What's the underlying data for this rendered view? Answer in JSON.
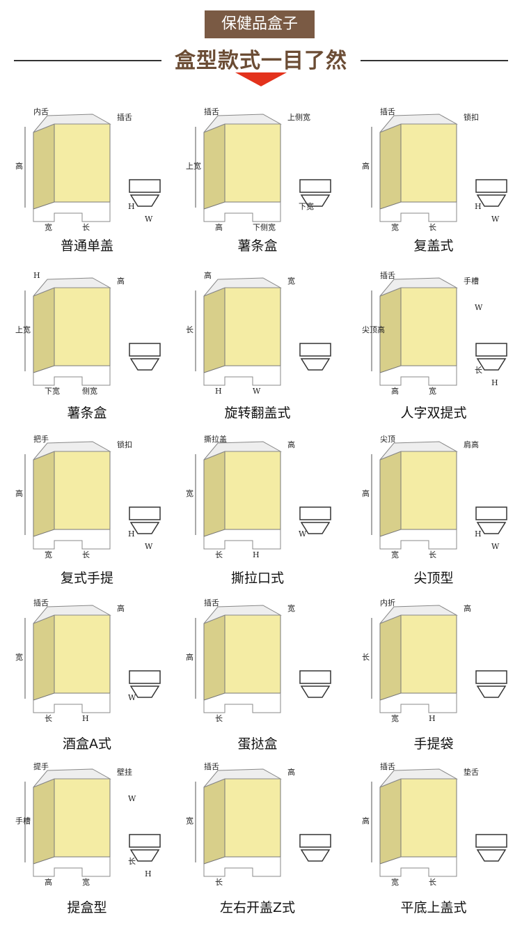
{
  "header": {
    "badge": "保健品盒子",
    "title": "盒型款式一目了然"
  },
  "colors": {
    "badge": "#7a5a44",
    "title": "#6b4c34",
    "arrow": "#e3321c",
    "box_front": "#f4eca4",
    "box_side": "#d8cf8a"
  },
  "items": [
    {
      "caption": "普通单盖",
      "labels": [
        "内舌",
        "插舌",
        "高",
        "宽",
        "长",
        "H",
        "W"
      ]
    },
    {
      "caption": "薯条盒",
      "labels": [
        "插舌",
        "上侧宽",
        "上宽",
        "高",
        "下侧宽",
        "下宽"
      ]
    },
    {
      "caption": "复盖式",
      "labels": [
        "插舌",
        "锁扣",
        "高",
        "宽",
        "长",
        "H",
        "W"
      ]
    },
    {
      "caption": "薯条盒",
      "labels": [
        "H",
        "高",
        "上宽",
        "下宽",
        "侧宽"
      ]
    },
    {
      "caption": "旋转翻盖式",
      "labels": [
        "高",
        "宽",
        "长",
        "H",
        "W"
      ]
    },
    {
      "caption": "人字双提式",
      "labels": [
        "插舌",
        "手槽",
        "尖顶高",
        "高",
        "宽",
        "长",
        "H",
        "W"
      ]
    },
    {
      "caption": "复式手提",
      "labels": [
        "把手",
        "锁扣",
        "高",
        "宽",
        "长",
        "H",
        "W"
      ]
    },
    {
      "caption": "撕拉口式",
      "labels": [
        "撕拉盖",
        "高",
        "宽",
        "长",
        "H",
        "W"
      ]
    },
    {
      "caption": "尖顶型",
      "labels": [
        "尖顶",
        "肩高",
        "高",
        "宽",
        "长",
        "H",
        "W"
      ]
    },
    {
      "caption": "酒盒A式",
      "labels": [
        "插舌",
        "高",
        "宽",
        "长",
        "H",
        "W"
      ]
    },
    {
      "caption": "蛋挞盒",
      "labels": [
        "插舌",
        "宽",
        "高",
        "长"
      ]
    },
    {
      "caption": "手提袋",
      "labels": [
        "内折",
        "高",
        "长",
        "宽",
        "H"
      ]
    },
    {
      "caption": "提盒型",
      "labels": [
        "提手",
        "壁挂",
        "手槽",
        "高",
        "宽",
        "长",
        "H",
        "W"
      ]
    },
    {
      "caption": "左右开盖Z式",
      "labels": [
        "插舌",
        "高",
        "宽",
        "长"
      ]
    },
    {
      "caption": "平底上盖式",
      "labels": [
        "插舌",
        "垫舌",
        "高",
        "宽",
        "长"
      ]
    }
  ]
}
